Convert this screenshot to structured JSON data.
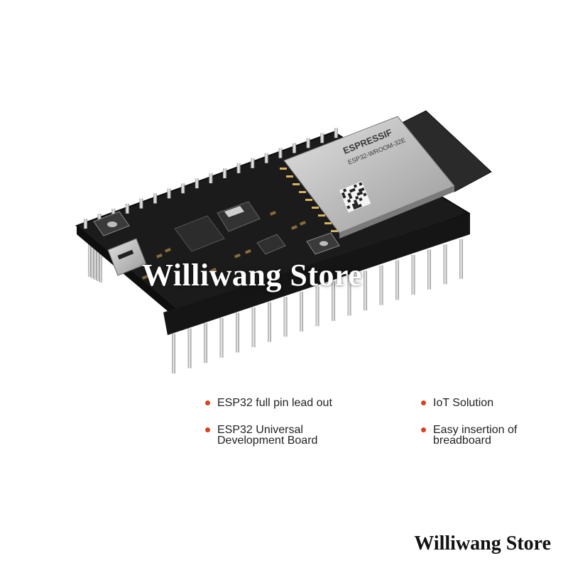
{
  "watermark": {
    "text": "Williwang Store"
  },
  "module": {
    "brand": "ESPRESSIF",
    "model": "ESP32-WROOM-32E"
  },
  "features": [
    {
      "text": "ESP32 full pin lead out"
    },
    {
      "text": "IoT Solution"
    },
    {
      "text": "ESP32 Universal\nDevelopment Board"
    },
    {
      "text": "Easy insertion of\nbreadboard"
    }
  ],
  "footer": {
    "store_name": "Williwang Store"
  },
  "colors": {
    "bullet": "#d8421f",
    "pcb": "#1a1a1a",
    "module_shield": "#c9c9c9",
    "antenna": "#2a2a2a"
  },
  "icons": [
    "bullet-dot",
    "esp32-board-photo"
  ]
}
